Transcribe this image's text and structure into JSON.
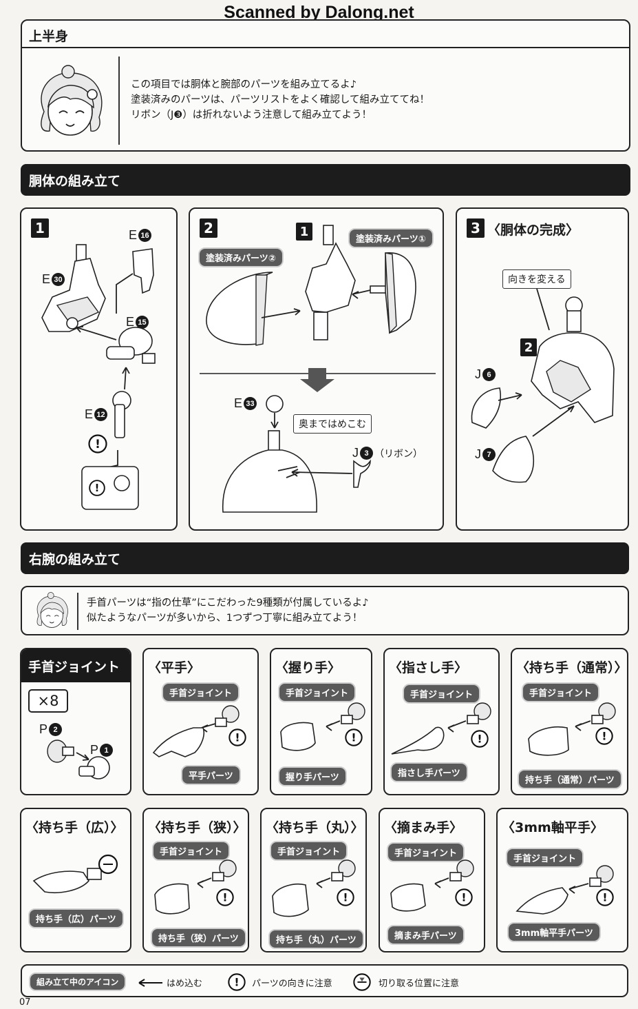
{
  "watermark": "Scanned by Dalong.net",
  "page_number": "07",
  "upper": {
    "title": "上半身",
    "lines": [
      "この項目では胴体と腕部のパーツを組み立てるよ♪",
      "塗装済みのパーツは、パーツリストをよく確認して組み立ててね！",
      "リボン（J❸）は折れないよう注意して組み立てよう！"
    ]
  },
  "torso": {
    "title": "胴体の組み立て",
    "step1": {
      "num": "1",
      "labels": {
        "e30": "E",
        "e16": "E",
        "e15": "E",
        "e12": "E"
      },
      "circles": {
        "e30": "30",
        "e16": "16",
        "e15": "15",
        "e12": "12"
      }
    },
    "step2": {
      "num": "2",
      "sub_num": "1",
      "tag1": "塗装済みパーツ①",
      "tag2": "塗装済みパーツ②",
      "e33_letter": "E",
      "e33": "33",
      "callout": "奥まではめこむ",
      "j3_letter": "J",
      "j3": "3",
      "j3_note": "（リボン）"
    },
    "step3": {
      "num": "3",
      "title": "〈胴体の完成〉",
      "callout": "向きを変える",
      "sub_num": "2",
      "j6_letter": "J",
      "j6": "6",
      "j7_letter": "J",
      "j7": "7"
    }
  },
  "arm": {
    "title": "右腕の組み立て",
    "lines": [
      "手首パーツは“指の仕草”にこだわった9種類が付属しているよ♪",
      "似たようなパーツが多いから、1つずつ丁寧に組み立てよう！"
    ]
  },
  "wrist": {
    "title": "手首ジョイント",
    "count": "×8",
    "p2_letter": "P",
    "p2": "2",
    "p1_letter": "P",
    "p1": "1"
  },
  "hands": [
    {
      "title": "〈平手〉",
      "tag": "手首ジョイント",
      "part": "平手パーツ"
    },
    {
      "title": "〈握り手〉",
      "tag": "手首ジョイント",
      "part": "握り手パーツ"
    },
    {
      "title": "〈指さし手〉",
      "tag": "手首ジョイント",
      "part": "指さし手パーツ"
    },
    {
      "title": "〈持ち手（通常）〉",
      "tag": "手首ジョイント",
      "part": "持ち手（通常）パーツ"
    },
    {
      "title": "〈持ち手（広）〉",
      "tag": "",
      "part": "持ち手（広）パーツ"
    },
    {
      "title": "〈持ち手（狭）〉",
      "tag": "手首ジョイント",
      "part": "持ち手（狭）パーツ"
    },
    {
      "title": "〈持ち手（丸）〉",
      "tag": "手首ジョイント",
      "part": "持ち手（丸）パーツ"
    },
    {
      "title": "〈摘まみ手〉",
      "tag": "手首ジョイント",
      "part": "摘まみ手パーツ"
    },
    {
      "title": "〈3mm軸平手〉",
      "tag": "手首ジョイント",
      "part": "3mm軸平手パーツ"
    }
  ],
  "legend": {
    "label": "組み立て中のアイコン",
    "insert": "はめ込む",
    "orient": "パーツの向きに注意",
    "cut": "切り取る位置に注意"
  }
}
